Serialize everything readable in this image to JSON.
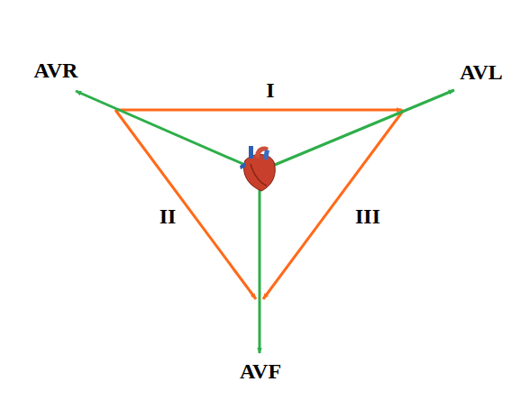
{
  "diagram": {
    "labels": [
      "AVR",
      "I",
      "AVL",
      "II",
      "III",
      "AVF"
    ]
  }
}
